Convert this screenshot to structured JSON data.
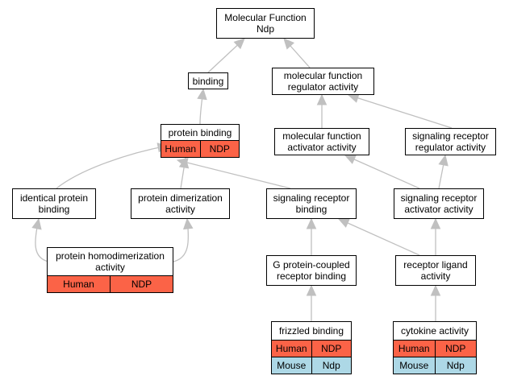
{
  "colors": {
    "human_row": "#FB6347",
    "mouse_row": "#ADD8E6",
    "edge": "#C0C0C0",
    "node_border": "#000000"
  },
  "nodes": {
    "mf_ndp": {
      "label": "Molecular Function\nNdp"
    },
    "binding": {
      "label": "binding"
    },
    "mf_regulator": {
      "label": "molecular function\nregulator activity"
    },
    "protein_binding": {
      "label": "protein binding",
      "human": [
        "Human",
        "NDP"
      ]
    },
    "mf_activator": {
      "label": "molecular function\nactivator activity"
    },
    "sig_rec_regulator": {
      "label": "signaling receptor\nregulator activity"
    },
    "identical_protein": {
      "label": "identical protein\nbinding"
    },
    "protein_dimerization": {
      "label": "protein dimerization\nactivity"
    },
    "sig_rec_binding": {
      "label": "signaling receptor\nbinding"
    },
    "sig_rec_activator": {
      "label": "signaling receptor\nactivator activity"
    },
    "homodimerization": {
      "label": "protein homodimerization\nactivity",
      "human": [
        "Human",
        "NDP"
      ]
    },
    "gpcr_binding": {
      "label": "G protein-coupled\nreceptor binding"
    },
    "receptor_ligand": {
      "label": "receptor ligand\nactivity"
    },
    "frizzled": {
      "label": "frizzled binding",
      "human": [
        "Human",
        "NDP"
      ],
      "mouse": [
        "Mouse",
        "Ndp"
      ]
    },
    "cytokine": {
      "label": "cytokine activity",
      "human": [
        "Human",
        "NDP"
      ],
      "mouse": [
        "Mouse",
        "Ndp"
      ]
    }
  },
  "edges": [
    [
      "binding",
      "mf_ndp"
    ],
    [
      "mf_regulator",
      "mf_ndp"
    ],
    [
      "protein_binding",
      "binding"
    ],
    [
      "mf_activator",
      "mf_regulator"
    ],
    [
      "sig_rec_regulator",
      "mf_regulator"
    ],
    [
      "identical_protein",
      "protein_binding"
    ],
    [
      "protein_dimerization",
      "protein_binding"
    ],
    [
      "sig_rec_binding",
      "protein_binding"
    ],
    [
      "sig_rec_activator",
      "mf_activator"
    ],
    [
      "sig_rec_activator",
      "sig_rec_regulator"
    ],
    [
      "homodimerization",
      "identical_protein"
    ],
    [
      "homodimerization",
      "protein_dimerization"
    ],
    [
      "gpcr_binding",
      "sig_rec_binding"
    ],
    [
      "receptor_ligand",
      "sig_rec_binding"
    ],
    [
      "receptor_ligand",
      "sig_rec_activator"
    ],
    [
      "frizzled",
      "gpcr_binding"
    ],
    [
      "cytokine",
      "receptor_ligand"
    ]
  ]
}
